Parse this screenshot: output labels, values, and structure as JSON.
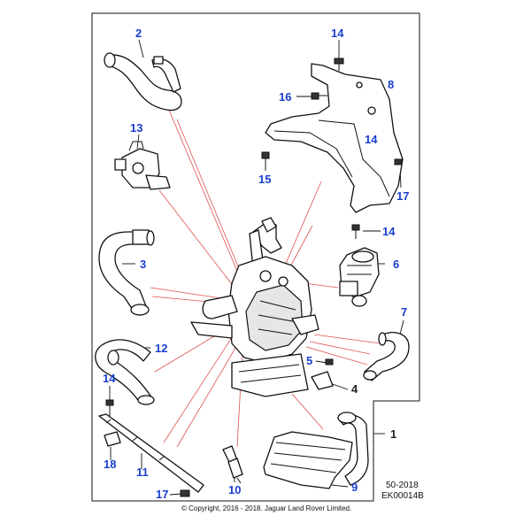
{
  "callouts": [
    {
      "id": "c1",
      "text": "1",
      "color": "#222222"
    },
    {
      "id": "c2",
      "text": "2",
      "color": "#1a3fd0"
    },
    {
      "id": "c3",
      "text": "3",
      "color": "#1a3fd0"
    },
    {
      "id": "c4",
      "text": "4",
      "color": "#222222"
    },
    {
      "id": "c5",
      "text": "5",
      "color": "#1a3fd0"
    },
    {
      "id": "c6",
      "text": "6",
      "color": "#1a3fd0"
    },
    {
      "id": "c7",
      "text": "7",
      "color": "#1a3fd0"
    },
    {
      "id": "c8",
      "text": "8",
      "color": "#1a3fd0"
    },
    {
      "id": "c9",
      "text": "9",
      "color": "#1a3fd0"
    },
    {
      "id": "c10",
      "text": "10",
      "color": "#1a3fd0"
    },
    {
      "id": "c11",
      "text": "11",
      "color": "#1a3fd0"
    },
    {
      "id": "c12",
      "text": "12",
      "color": "#1a3fd0"
    },
    {
      "id": "c13",
      "text": "13",
      "color": "#1a3fd0"
    },
    {
      "id": "c14a",
      "text": "14",
      "color": "#1a3fd0"
    },
    {
      "id": "c14b",
      "text": "14",
      "color": "#1a3fd0"
    },
    {
      "id": "c14c",
      "text": "14",
      "color": "#1a3fd0"
    },
    {
      "id": "c14d",
      "text": "14",
      "color": "#1a3fd0"
    },
    {
      "id": "c15",
      "text": "15",
      "color": "#1a3fd0"
    },
    {
      "id": "c16",
      "text": "16",
      "color": "#1a3fd0"
    },
    {
      "id": "c17a",
      "text": "17",
      "color": "#1a3fd0"
    },
    {
      "id": "c17b",
      "text": "17",
      "color": "#1a3fd0"
    },
    {
      "id": "c18",
      "text": "18",
      "color": "#1a3fd0"
    }
  ],
  "reference": {
    "date_code": "50-2018",
    "illustration_code": "EK00014B"
  },
  "footer": {
    "copyright": "© Copyright, 2016 - 2018. Jaguar Land Rover Limited."
  },
  "colors": {
    "callout_blue": "#1a3fd0",
    "leader_red": "#e05050"
  }
}
